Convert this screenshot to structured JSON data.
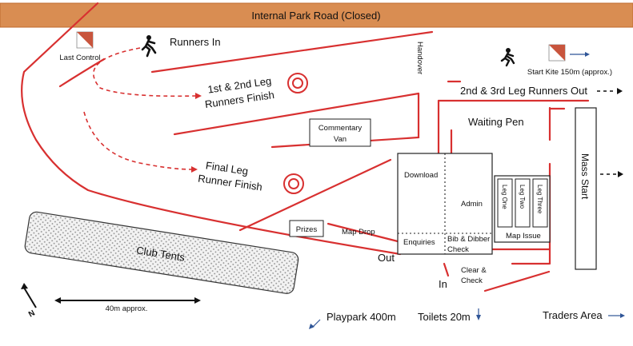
{
  "colors": {
    "road": "#d98d52",
    "route": "#d83030",
    "arrow_blue": "#2f5597",
    "ink": "#111111"
  },
  "icons": [
    "runner-icon",
    "orienteering-flag-icon",
    "finish-target-icon",
    "north-arrow-icon"
  ],
  "labels": {
    "road": "Internal Park Road (Closed)",
    "runners_in": "Runners In",
    "last_control": "Last Control",
    "leg12_finish_1": "1st & 2nd Leg",
    "leg12_finish_2": "Runners Finish",
    "final_leg_1": "Final Leg",
    "final_leg_2": "Runner Finish",
    "handover": "Handover",
    "start_kite": "Start Kite 150m (approx.)",
    "runners_out": "2nd & 3rd Leg Runners Out",
    "waiting_pen": "Waiting Pen",
    "commentary_1": "Commentary",
    "commentary_2": "Van",
    "download": "Download",
    "admin": "Admin",
    "enquiries": "Enquiries",
    "bib_dibber_1": "Bib & Dibber",
    "bib_dibber_2": "Check",
    "leg_one": "Leg One",
    "leg_two": "Leg Two",
    "leg_three": "Leg Three",
    "map_issue": "Map Issue",
    "mass_start": "Mass Start",
    "prizes": "Prizes",
    "map_drop": "Map Drop",
    "out": "Out",
    "in": "In",
    "clear_check_1": "Clear &",
    "clear_check_2": "Check",
    "club_tents": "Club Tents",
    "north": "N",
    "scale": "40m approx.",
    "playpark": "Playpark 400m",
    "toilets": "Toilets 20m",
    "traders": "Traders Area"
  }
}
